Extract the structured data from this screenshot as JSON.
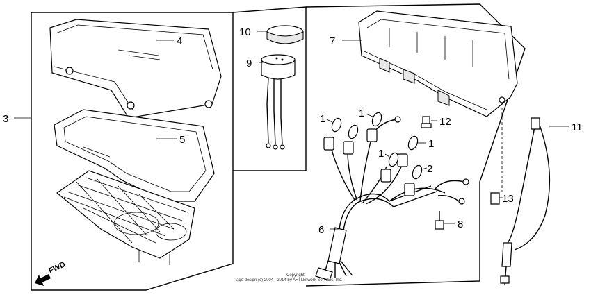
{
  "callouts": {
    "c1a": "1",
    "c1b": "1",
    "c1c": "1",
    "c1d": "1",
    "c2": "2",
    "c3": "3",
    "c4": "4",
    "c5": "5",
    "c6": "6",
    "c7": "7",
    "c8": "8",
    "c9": "9",
    "c10": "10",
    "c11": "11",
    "c12": "12",
    "c13": "13"
  },
  "fwd_label": "FWD",
  "copyright": {
    "line1": "Copyright",
    "line2": "Page design (c) 2004 - 2014 by ARI Network Services, Inc."
  }
}
